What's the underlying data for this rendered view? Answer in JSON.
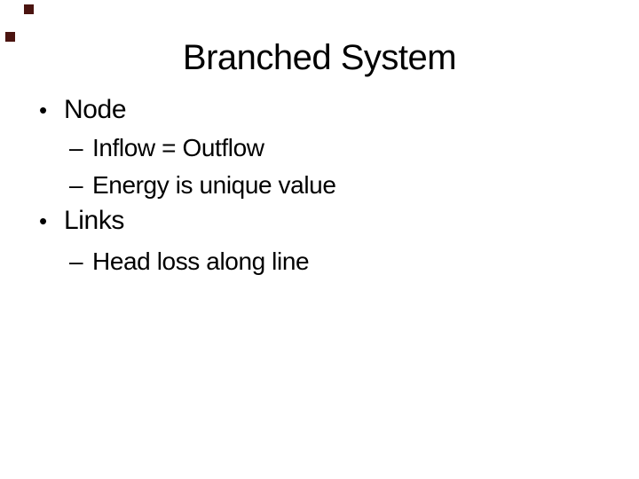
{
  "slide": {
    "title": "Branched System",
    "bullets": [
      {
        "level": 1,
        "marker": "•",
        "text": "Node"
      },
      {
        "level": 2,
        "marker": "–",
        "text": "Inflow = Outflow"
      },
      {
        "level": 2,
        "marker": "–",
        "text": "Energy is unique value"
      },
      {
        "level": 1,
        "marker": "•",
        "text": "Links"
      },
      {
        "level": 2,
        "marker": "–",
        "text": "Head loss along line"
      }
    ],
    "colors": {
      "background": "#ffffff",
      "text": "#000000",
      "decor_square": "#4b1410"
    }
  }
}
